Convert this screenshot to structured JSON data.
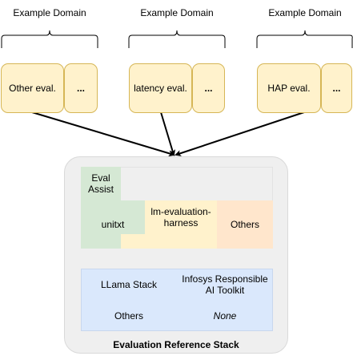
{
  "domains": [
    {
      "label": "Example Domain",
      "eval_label": "Other eval.",
      "more_label": "..."
    },
    {
      "label": "Example Domain",
      "eval_label": "latency eval.",
      "more_label": "..."
    },
    {
      "label": "Example Domain",
      "eval_label": "HAP eval.",
      "more_label": "..."
    }
  ],
  "stack": {
    "title": "Evaluation Reference Stack",
    "eval_assist": "Eval Assist",
    "unitxt": "unitxt",
    "lm_eval": "lm-evaluation-harness",
    "others_top": "Others",
    "llama_stack": "LLama Stack",
    "infosys": "Infosys Responsible AI Toolkit",
    "others_bottom": "Others",
    "none": "None"
  },
  "colors": {
    "eval_fill": "#fff2cc",
    "eval_stroke": "#d6b656",
    "green": "#d5e8d4",
    "yellow": "#fff2cc",
    "orange": "#ffe6cc",
    "blue": "#dae8fc",
    "stack_bg": "#efefef"
  }
}
